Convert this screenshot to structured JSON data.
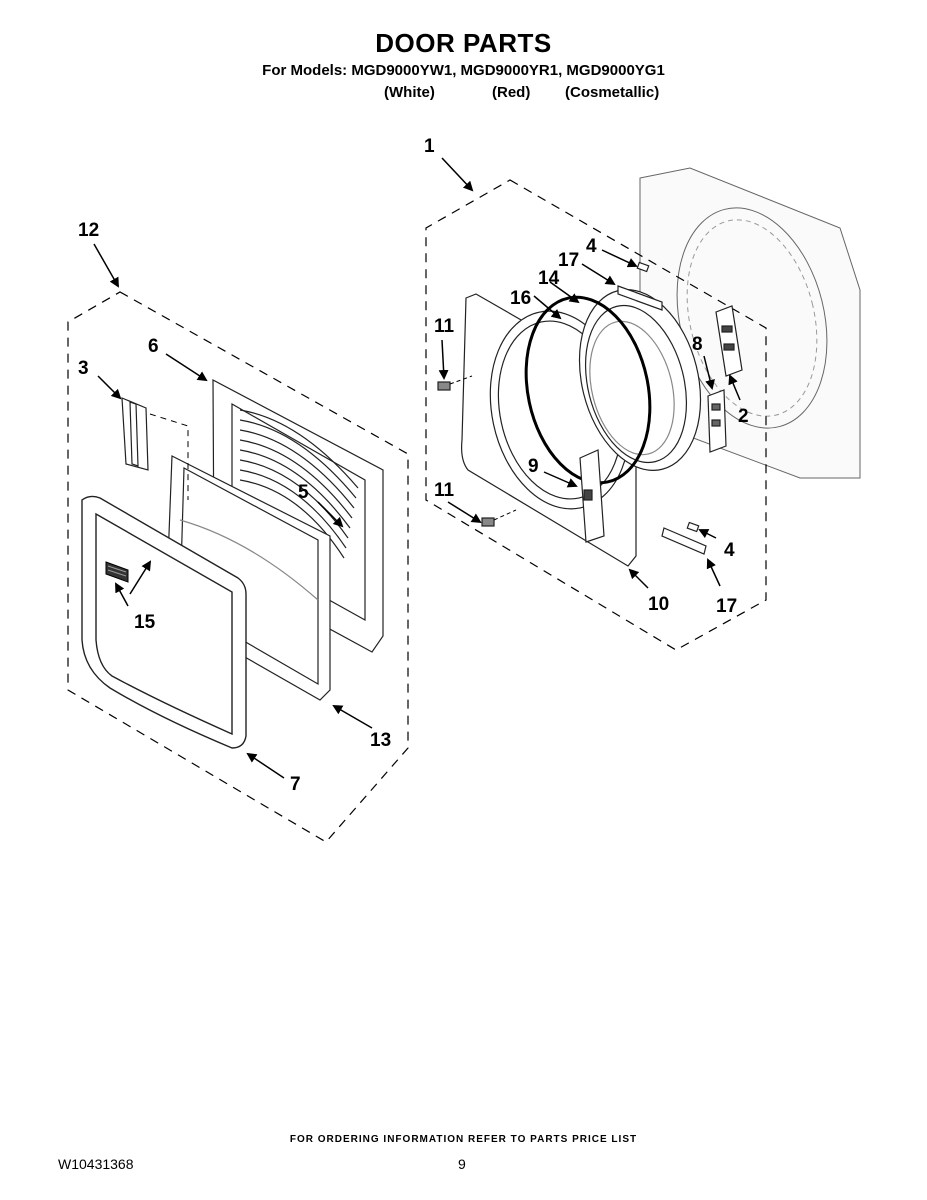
{
  "header": {
    "title": "DOOR PARTS",
    "models_line": "For Models: MGD9000YW1, MGD9000YR1, MGD9000YG1",
    "variants": [
      "(White)",
      "(Red)",
      "(Cosmetallic)"
    ]
  },
  "callouts": {
    "c1": "1",
    "c2": "2",
    "c3": "3",
    "c4a": "4",
    "c4b": "4",
    "c5": "5",
    "c6": "6",
    "c7": "7",
    "c8": "8",
    "c9": "9",
    "c10": "10",
    "c11a": "11",
    "c11b": "11",
    "c12": "12",
    "c13": "13",
    "c14": "14",
    "c15": "15",
    "c16": "16",
    "c17a": "17",
    "c17b": "17"
  },
  "footer": {
    "ordering_note": "FOR ORDERING INFORMATION REFER TO PARTS PRICE LIST",
    "document_number": "W10431368",
    "page_number": "9"
  }
}
